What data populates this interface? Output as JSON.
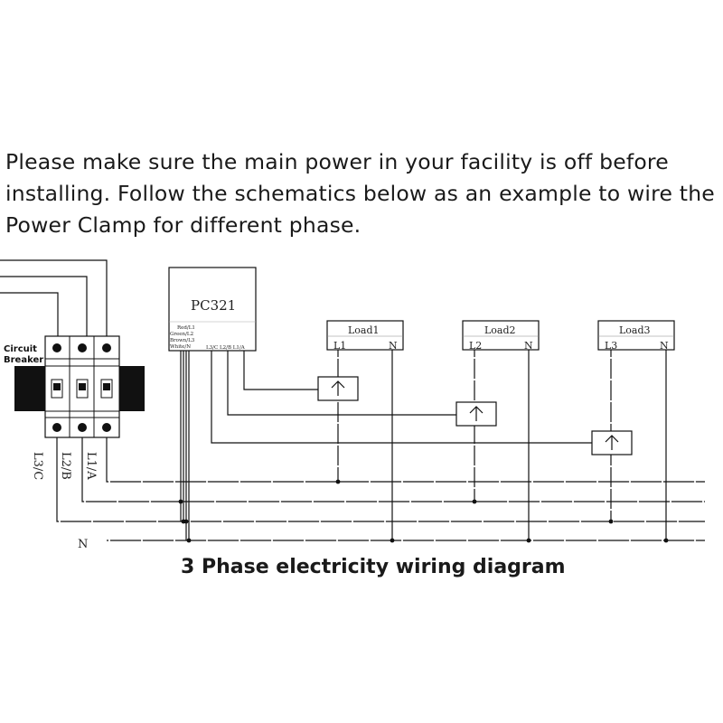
{
  "instructions": {
    "line1": "Please make sure the main power in your facility is off before",
    "line2": "installing. Follow the schematics below as an example to wire the",
    "line3": "Power Clamp for different phase."
  },
  "device": {
    "name": "PC321",
    "wire_colors": [
      "Red/L1",
      "Green/L2",
      "Brown/L3",
      "White/N"
    ],
    "terminals": "L3/C  L2/B  L1/A"
  },
  "breaker": {
    "label_line1": "Circuit",
    "label_line2": "Breaker",
    "phases": [
      "L3/C",
      "L2/B",
      "L1/A"
    ]
  },
  "loads": [
    {
      "name": "Load1",
      "line": "L1",
      "neutral": "N"
    },
    {
      "name": "Load2",
      "line": "L2",
      "neutral": "N"
    },
    {
      "name": "Load3",
      "line": "L3",
      "neutral": "N"
    }
  ],
  "neutral_label": "N",
  "caption": "3 Phase electricity wiring diagram",
  "clamp_icon": "arrow-up-icon"
}
